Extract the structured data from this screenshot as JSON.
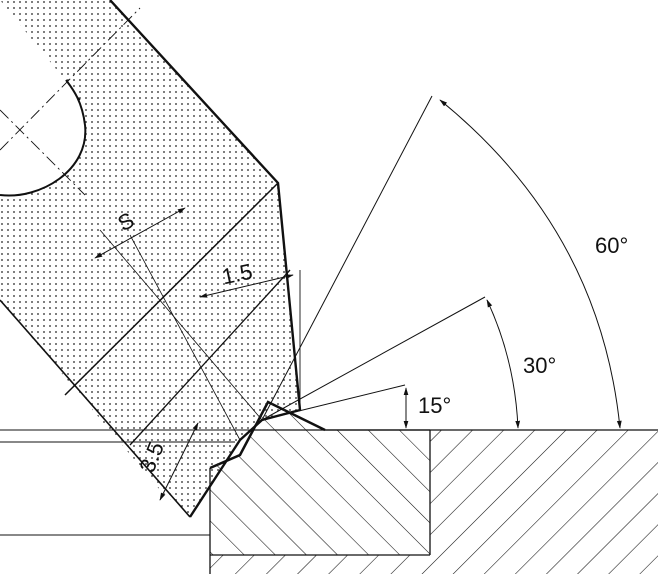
{
  "diagram": {
    "type": "technical-drawing",
    "subject": "tool tip / cutter engaging a workpiece edge with clearance angles",
    "labels": {
      "s": "S",
      "d15": "1.5",
      "d35": "3.5",
      "a60": "60°",
      "a30": "30°",
      "a15": "15°"
    },
    "colors": {
      "line": "#111111",
      "background": "#ffffff",
      "stipple": "#222222"
    }
  }
}
